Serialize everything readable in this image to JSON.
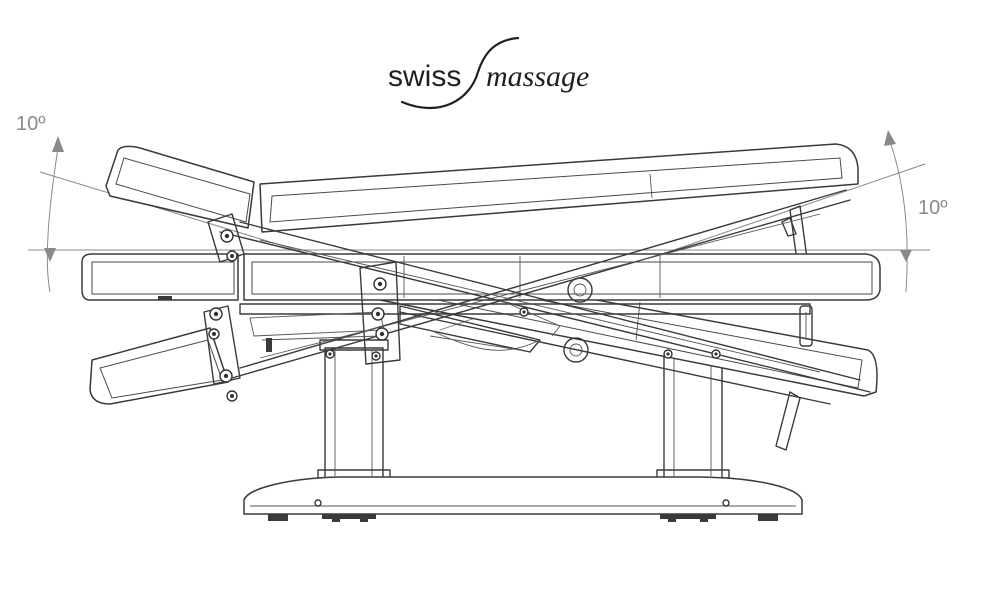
{
  "logo": {
    "text_part1": "swiss",
    "text_part2": "massage"
  },
  "angle_label_left": "10º",
  "angle_label_right": "10º",
  "colors": {
    "line": "#3a3a3a",
    "guide": "#8a8a8a",
    "background": "#ffffff"
  }
}
